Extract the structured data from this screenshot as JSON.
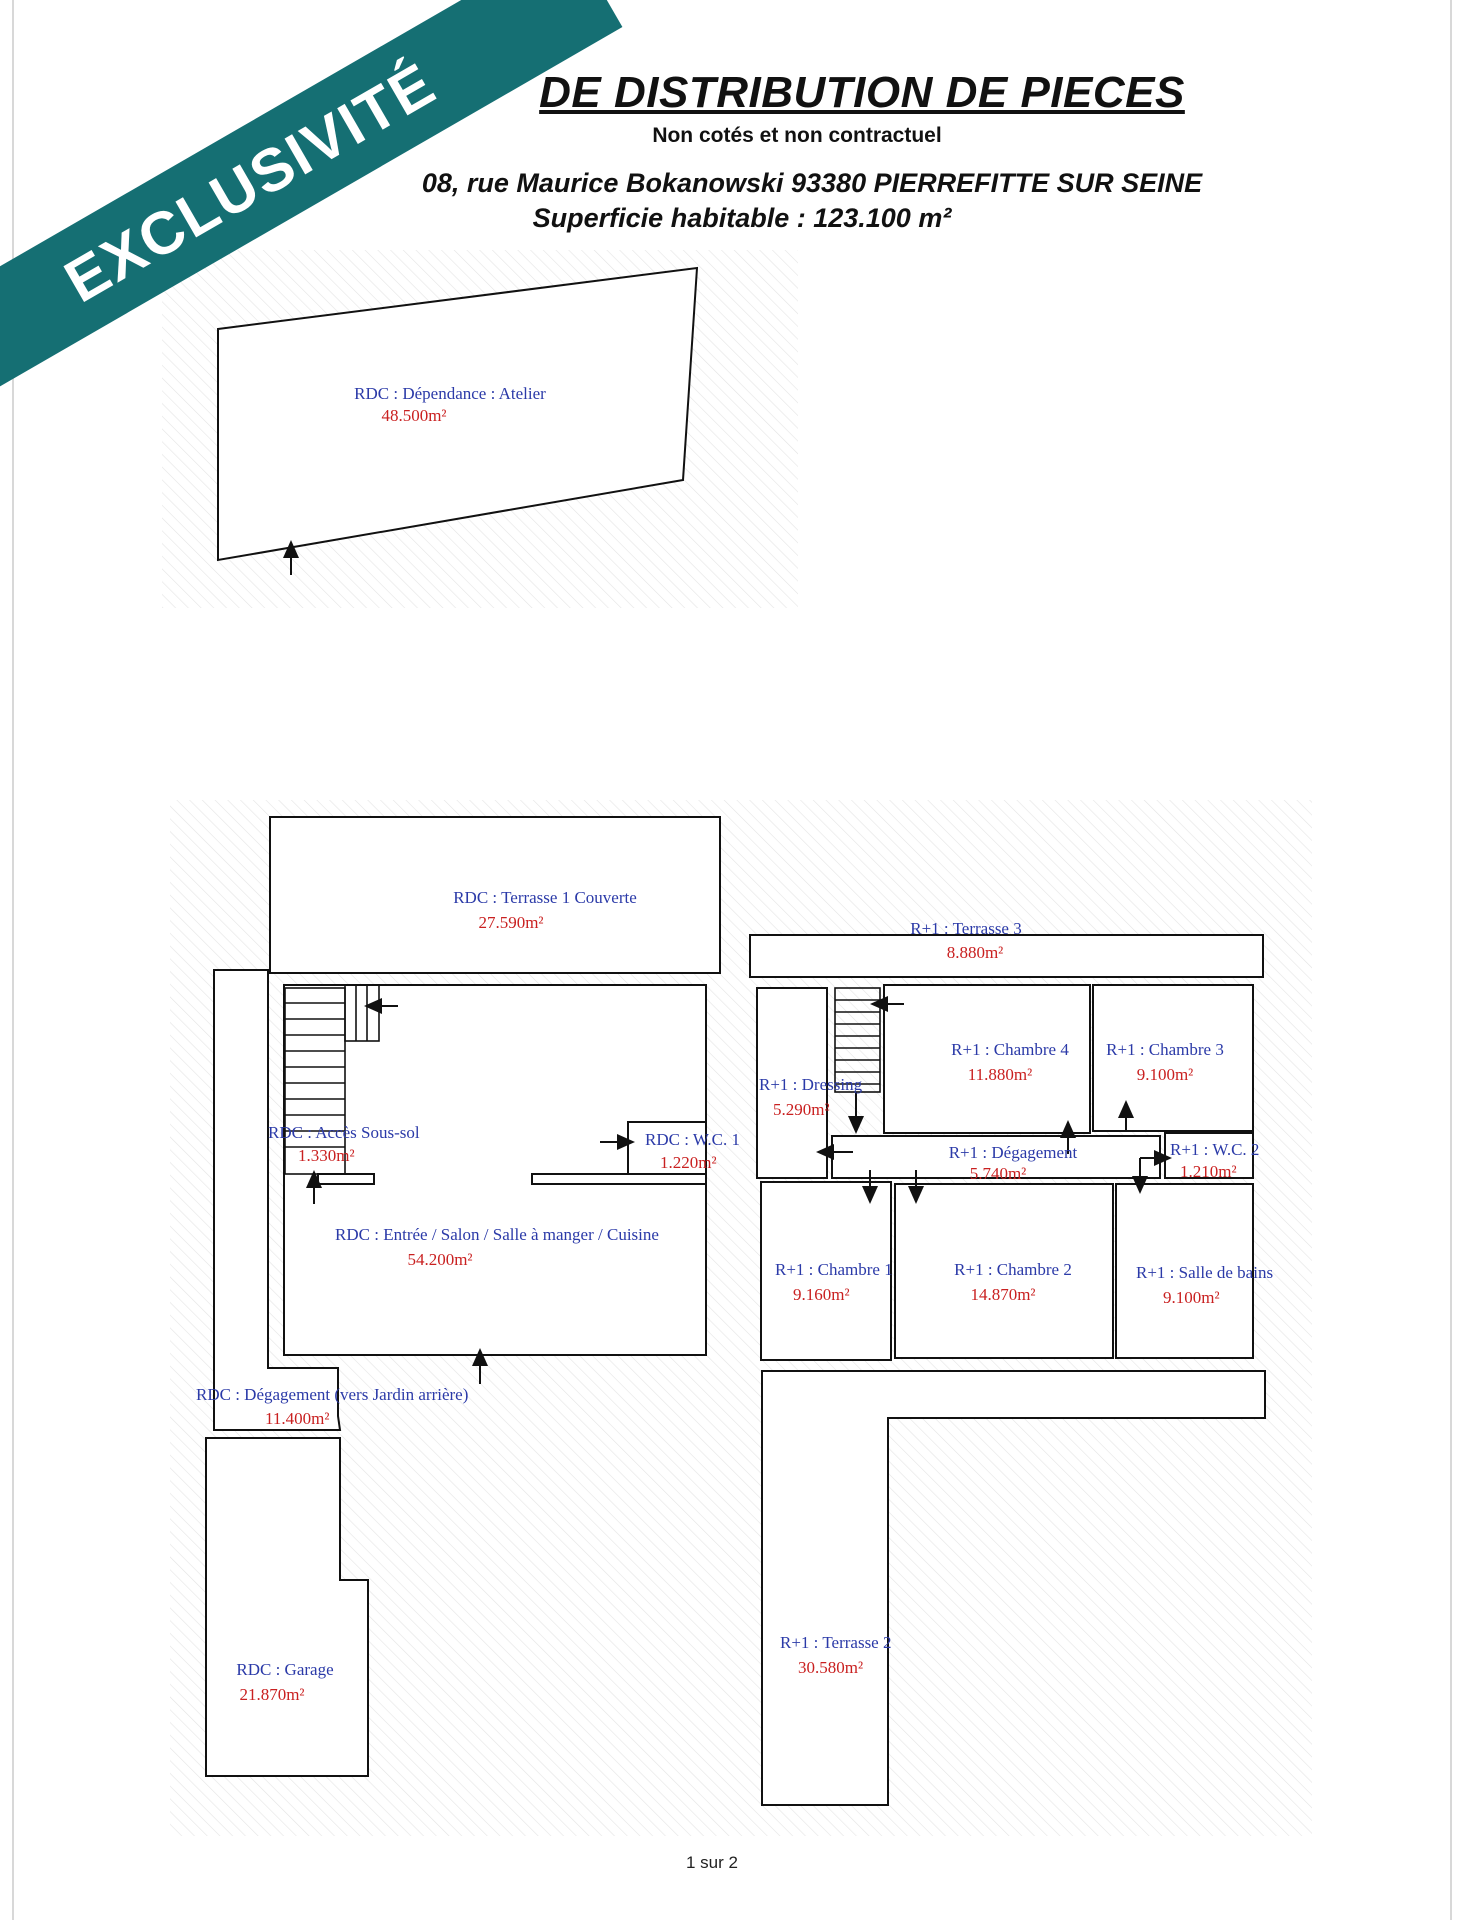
{
  "header": {
    "title": "DE DISTRIBUTION DE PIECES",
    "subtitle": "Non cotés et non contractuel",
    "address": "08, rue Maurice Bokanowski  93380 PIERREFITTE SUR SEINE",
    "surface": "Superficie habitable : 123.100 m²"
  },
  "banner": {
    "text": "EXCLUSIVITÉ",
    "color": "#156f73"
  },
  "rooms": {
    "atelier": {
      "label": "RDC : Dépendance : Atelier",
      "area": "48.500m²"
    },
    "terrasse1": {
      "label": "RDC : Terrasse 1 Couverte",
      "area": "27.590m²"
    },
    "acces_sous_sol": {
      "label": "RDC : Accès Sous-sol",
      "area": "1.330m²"
    },
    "wc1": {
      "label": "RDC : W.C. 1",
      "area": "1.220m²"
    },
    "salon": {
      "label": "RDC : Entrée / Salon / Salle à manger / Cuisine",
      "area": "54.200m²"
    },
    "degagement_rdc": {
      "label": "RDC : Dégagement (vers Jardin arrière)",
      "area": "11.400m²"
    },
    "garage": {
      "label": "RDC : Garage",
      "area": "21.870m²"
    },
    "terrasse3": {
      "label": "R+1 : Terrasse 3",
      "area": "8.880m²"
    },
    "dressing": {
      "label": "R+1 : Dressing",
      "area": "5.290m²"
    },
    "chambre4": {
      "label": "R+1 : Chambre 4",
      "area": "11.880m²"
    },
    "chambre3": {
      "label": "R+1 : Chambre 3",
      "area": "9.100m²"
    },
    "degagement_r1": {
      "label": "R+1 : Dégagement",
      "area": "5.740m²"
    },
    "wc2": {
      "label": "R+1 : W.C. 2",
      "area": "1.210m²"
    },
    "chambre1": {
      "label": "R+1 : Chambre 1",
      "area": "9.160m²"
    },
    "chambre2": {
      "label": "R+1 : Chambre 2",
      "area": "14.870m²"
    },
    "salle_de_bains": {
      "label": "R+1 : Salle de bains",
      "area": "9.100m²"
    },
    "terrasse2": {
      "label": "R+1 : Terrasse 2",
      "area": "30.580m²"
    }
  },
  "colors": {
    "label": "#2b3aa8",
    "area": "#c92020",
    "wall": "#111111",
    "hatch": "#e6e6e6"
  },
  "footer": {
    "page": "1 sur 2"
  }
}
